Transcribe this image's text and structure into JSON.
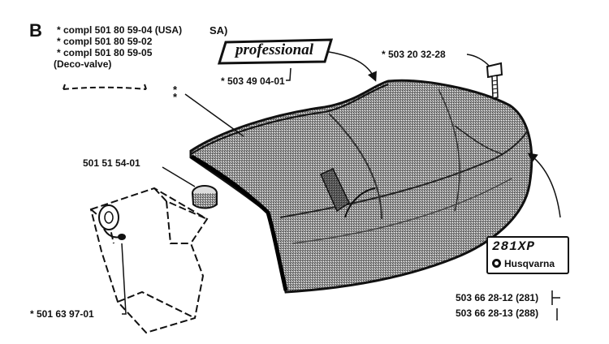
{
  "section": "B",
  "parts": {
    "compl_1": "*  compl 501 80 59-04 (USA)",
    "compl_1_overlay": "SA)",
    "compl_2": "*  compl 501 80 59-02",
    "compl_3": "*  compl 501 80 59-05",
    "deco_valve": "(Deco-valve)",
    "professional_decal": "* 503 49 04-01",
    "screw": "* 503 20 32-28",
    "asterisk_top": "*",
    "asterisk_bottom": "*",
    "plug": "501 51 54-01",
    "filter_holder": "* 501 63 97-01",
    "model_decal_281": "503 66 28-12 (281)",
    "model_decal_288": "503 66 28-13 (288)"
  },
  "decals": {
    "professional": "professional",
    "model": "281XP",
    "brand": "Husqvarna"
  }
}
